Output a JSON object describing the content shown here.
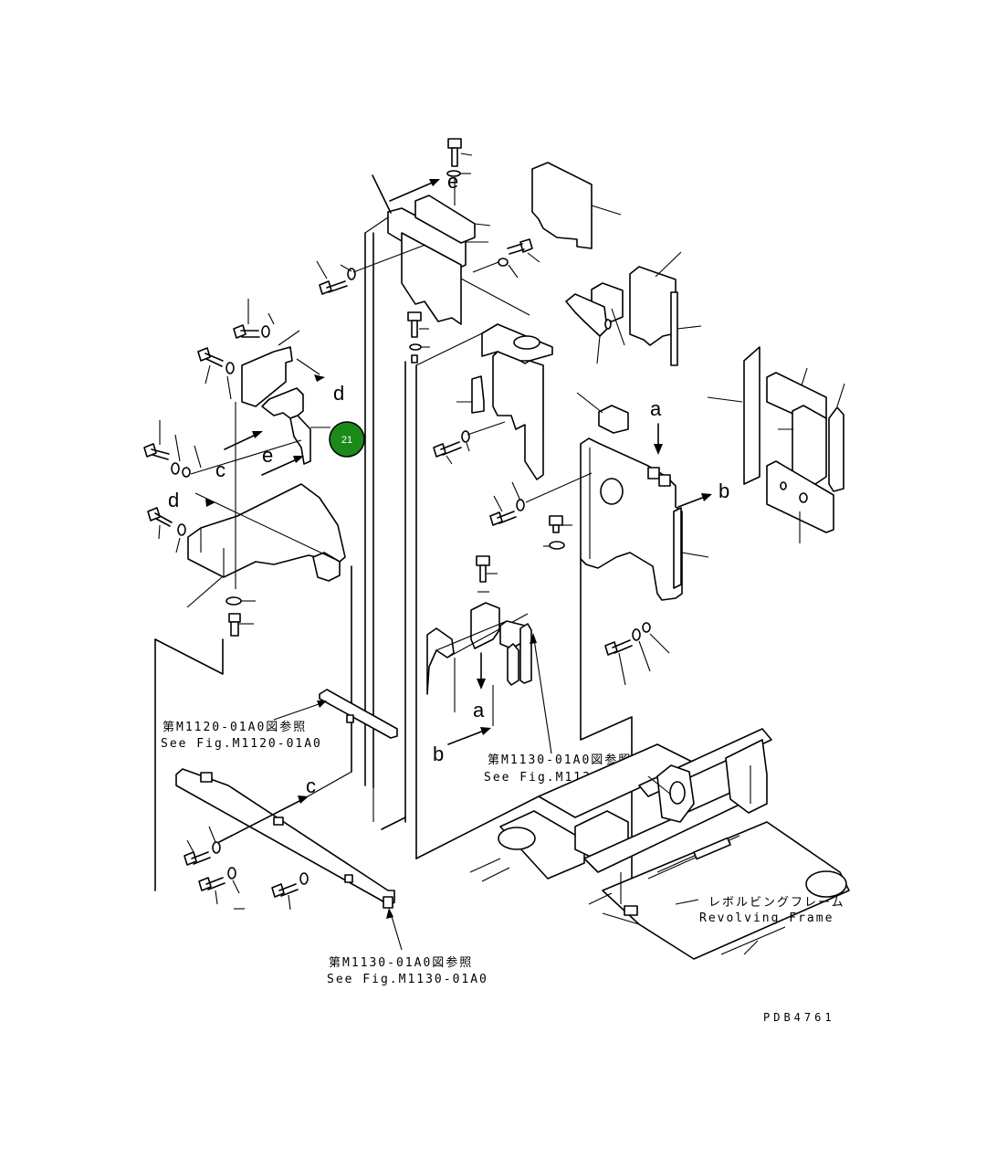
{
  "callout": {
    "number": "21",
    "color": "#1a8a1a"
  },
  "labels": {
    "a1": "a",
    "a2": "a",
    "b1": "b",
    "b2": "b",
    "c1": "c",
    "c2": "c",
    "d1": "d",
    "d2": "d",
    "e1": "e",
    "e2": "e"
  },
  "references": {
    "ref1_jp": "第M1120-01A0図参照",
    "ref1_en": "See Fig.M1120-01A0",
    "ref2_jp": "第M1130-01A0図参照",
    "ref2_en": "See Fig.M1130-01A0",
    "ref3_jp": "第M1130-01A0図参照",
    "ref3_en": "See Fig.M1130-01A0",
    "frame_jp": "レボルビングフレーム",
    "frame_en": "Revolving Frame"
  },
  "drawing_code": "PDB4761"
}
